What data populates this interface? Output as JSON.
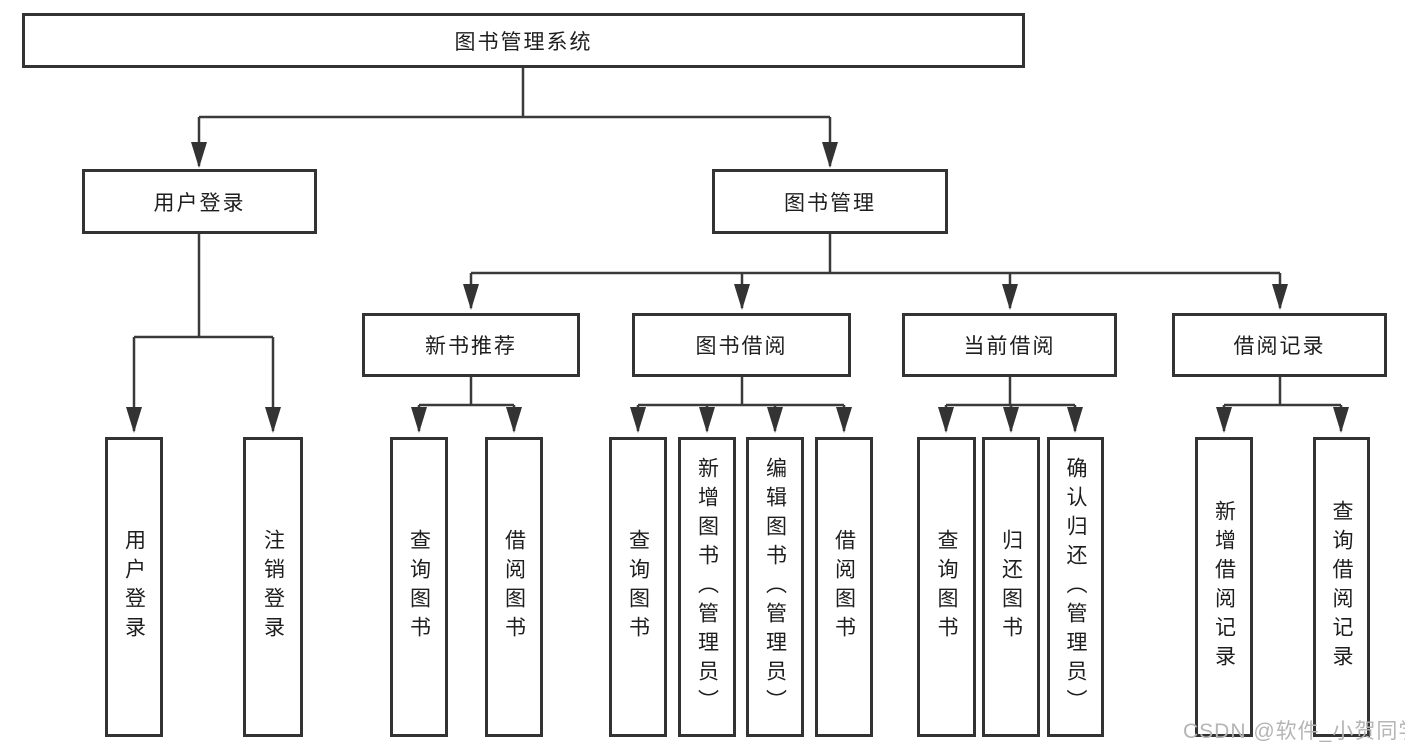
{
  "diagram_title": "图书管理系统",
  "tree": {
    "root": {
      "label": "图书管理系统",
      "children": [
        {
          "label": "用户登录",
          "children": [
            {
              "label": "用户登录"
            },
            {
              "label": "注销登录"
            }
          ]
        },
        {
          "label": "图书管理",
          "children": [
            {
              "label": "新书推荐",
              "children": [
                {
                  "label": "查询图书"
                },
                {
                  "label": "借阅图书"
                }
              ]
            },
            {
              "label": "图书借阅",
              "children": [
                {
                  "label": "查询图书"
                },
                {
                  "label": "新增图书（管理员）"
                },
                {
                  "label": "编辑图书（管理员）"
                },
                {
                  "label": "借阅图书"
                }
              ]
            },
            {
              "label": "当前借阅",
              "children": [
                {
                  "label": "查询图书"
                },
                {
                  "label": "归还图书"
                },
                {
                  "label": "确认归还（管理员）"
                }
              ]
            },
            {
              "label": "借阅记录",
              "children": [
                {
                  "label": "新增借阅记录"
                },
                {
                  "label": "查询借阅记录"
                }
              ]
            }
          ]
        }
      ]
    }
  },
  "watermark": "CSDN @软件_小贺同学",
  "colors": {
    "line": "#333333",
    "box_border": "#333333",
    "text": "#1e1e1e",
    "watermark": "#b5b5b5",
    "background": "#ffffff"
  }
}
